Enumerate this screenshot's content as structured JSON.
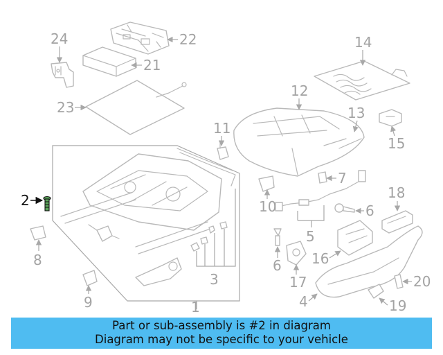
{
  "callouts": {
    "c1": "1",
    "c2": "2",
    "c3": "3",
    "c4": "4",
    "c5": "5",
    "c6a": "6",
    "c6b": "6",
    "c7": "7",
    "c8": "8",
    "c9": "9",
    "c10": "10",
    "c11": "11",
    "c12": "12",
    "c13": "13",
    "c14": "14",
    "c15": "15",
    "c16": "16",
    "c17": "17",
    "c18": "18",
    "c19": "19",
    "c20": "20",
    "c21": "21",
    "c22": "22",
    "c23": "23",
    "c24": "24"
  },
  "highlighted_part": "2",
  "highlight_color": "#111111",
  "banner": {
    "line1": "Part or sub-assembly is #2 in diagram",
    "line2": "Diagram may not be specific to your vehicle",
    "background": "#4fbcf1"
  }
}
